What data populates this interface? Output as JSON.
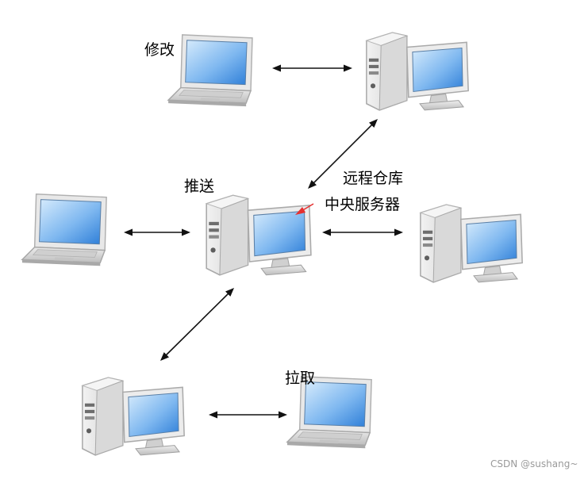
{
  "labels": {
    "modify": "修改",
    "push": "推送",
    "remote_repo": "远程仓库",
    "central_server": "中央服务器",
    "pull": "拉取"
  },
  "watermark": "CSDN @sushang~",
  "nodes": [
    {
      "id": "laptop-top",
      "kind": "laptop"
    },
    {
      "id": "desktop-top",
      "kind": "desktop"
    },
    {
      "id": "laptop-left",
      "kind": "laptop"
    },
    {
      "id": "central-server",
      "kind": "desktop"
    },
    {
      "id": "desktop-right",
      "kind": "desktop"
    },
    {
      "id": "desktop-bottom",
      "kind": "desktop"
    },
    {
      "id": "laptop-bottom",
      "kind": "laptop"
    }
  ],
  "connections": [
    {
      "from": "laptop-top",
      "to": "desktop-top"
    },
    {
      "from": "desktop-top",
      "to": "central-server"
    },
    {
      "from": "laptop-left",
      "to": "central-server"
    },
    {
      "from": "central-server",
      "to": "desktop-right"
    },
    {
      "from": "central-server",
      "to": "desktop-bottom"
    },
    {
      "from": "desktop-bottom",
      "to": "laptop-bottom"
    }
  ],
  "colors": {
    "screen_light": "#cfe6fb",
    "screen_dark": "#2f86e0",
    "case": "#e4e4e4",
    "case_dark": "#b8b8b8",
    "arrow": "#111111",
    "pointer": "#e53030"
  }
}
